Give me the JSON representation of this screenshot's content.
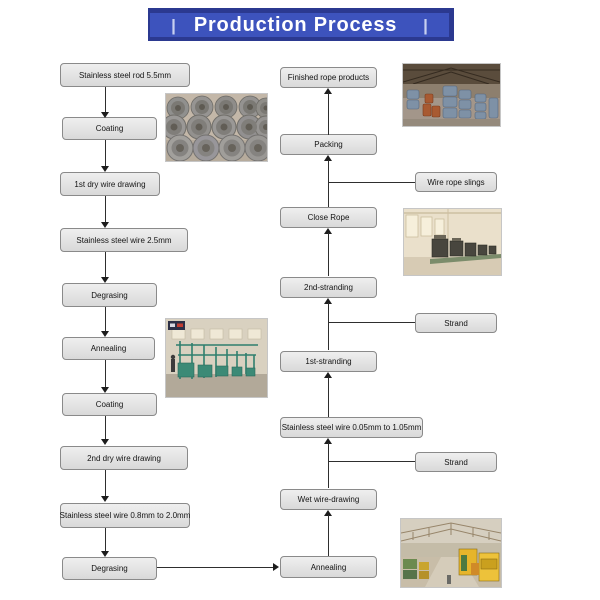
{
  "header": {
    "title": "Production Process",
    "separator": "|",
    "bar_fill": "#3d53bd",
    "bar_border": "#2b3990",
    "text_color": "#ffffff"
  },
  "flow": {
    "left": [
      {
        "label": "Stainless steel rod 5.5mm"
      },
      {
        "label": "Coating"
      },
      {
        "label": "1st dry wire drawing"
      },
      {
        "label": "Stainless steel wire 2.5mm"
      },
      {
        "label": "Degrasing"
      },
      {
        "label": "Annealing"
      },
      {
        "label": "Coating"
      },
      {
        "label": "2nd dry wire drawing"
      },
      {
        "label": "Stainless steel wire 0.8mm to 2.0mm"
      },
      {
        "label": "Degrasing"
      }
    ],
    "right": [
      {
        "label": "Finished rope products"
      },
      {
        "label": "Packing"
      },
      {
        "label": "Close Rope"
      },
      {
        "label": "2nd-stranding"
      },
      {
        "label": "1st-stranding"
      },
      {
        "label": "Stainless steel wire 0.05mm to 1.05mm"
      },
      {
        "label": "Wet wire-drawing"
      },
      {
        "label": "Annealing"
      }
    ],
    "branches": [
      {
        "label": "Wire rope slings",
        "attaches_between": [
          "Packing",
          "Close Rope"
        ]
      },
      {
        "label": "Strand",
        "attaches_between": [
          "2nd-stranding",
          "1st-stranding"
        ]
      },
      {
        "label": "Strand",
        "attaches_between": [
          "Stainless steel wire 0.05mm to 1.05mm",
          "Wet wire-drawing"
        ]
      }
    ],
    "direction": {
      "left_column": "top-to-bottom",
      "cross_link": "Degrasing to Annealing",
      "right_column": "bottom-to-top"
    }
  },
  "photos": [
    {
      "name": "wire-rod-coils"
    },
    {
      "name": "annealing-line"
    },
    {
      "name": "finished-products-warehouse"
    },
    {
      "name": "stranding-machines"
    },
    {
      "name": "wire-drawing-workshop"
    }
  ],
  "colors": {
    "box_fill": "#e6e6e6",
    "box_border": "#8a8a8a",
    "connector_line": "#2e2e2e"
  }
}
